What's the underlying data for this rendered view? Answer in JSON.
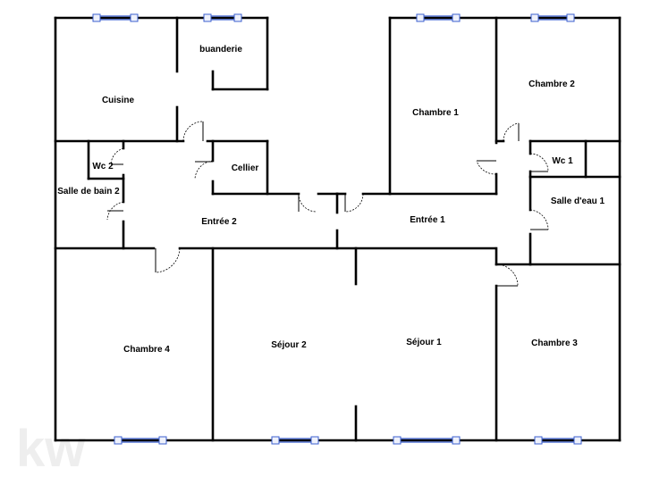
{
  "rooms": {
    "buanderie": "buanderie",
    "cuisine": "Cuisine",
    "wc2": "Wc 2",
    "cellier": "Cellier",
    "salle_de_bain_2": "Salle de bain 2",
    "entree2": "Entrée 2",
    "entree1": "Entrée 1",
    "chambre1": "Chambre 1",
    "chambre2": "Chambre 2",
    "wc1": "Wc 1",
    "salle_deau_1": "Salle d'eau 1",
    "chambre4": "Chambre 4",
    "sejour2": "Séjour 2",
    "sejour1": "Séjour 1",
    "chambre3": "Chambre 3"
  },
  "logo": {
    "text": "kw"
  },
  "colors": {
    "wall": "#000000",
    "window": "#3b5fcf",
    "logo": "#eeeeee"
  }
}
